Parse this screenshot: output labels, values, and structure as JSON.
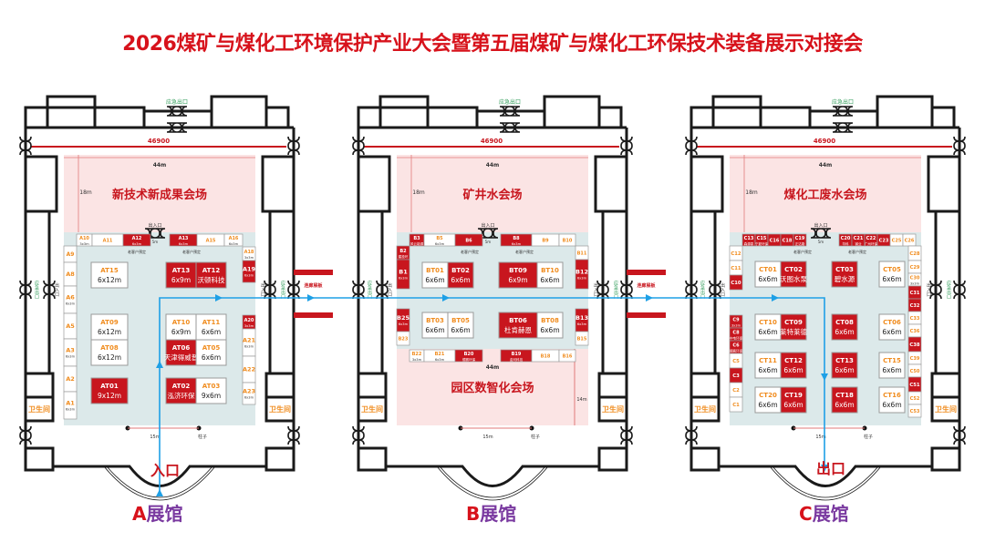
{
  "title": "2026煤矿与煤化工环境保护产业大会暨第五届煤矿与煤化工环保技术装备展示对接会",
  "colors": {
    "red": "#c8161e",
    "booth_red": "#c8161e",
    "pink": "#fbe4e4",
    "hall_floor": "#dce9ea",
    "wall": "#1a1a1a",
    "green": "#2e9b58",
    "orange": "#f08c1e",
    "blue": "#1ea0e6",
    "purple": "#7a3aa0"
  },
  "common": {
    "emergency_exit": "应急出口",
    "width_dim": "46900",
    "dim_44m": "44m",
    "dim_18m": "18m",
    "entrance": "出入口",
    "entrance_5m": "5m",
    "restroom": "卫生间",
    "pillar": "柱子",
    "dim_15m": "15m",
    "reserved": "老客户预定",
    "corridor": "连廊展板",
    "side_exit": "应急出口"
  },
  "halls": [
    {
      "id": "A",
      "label_letter": "A",
      "label_name": "展馆",
      "venue": "新技术新成果会场",
      "bottom_text": "入口",
      "booths_top": [
        {
          "id": "A10",
          "size": "3x3m",
          "red": false
        },
        {
          "id": "A11",
          "size": "",
          "red": false
        },
        {
          "id": "A12",
          "size": "6x3m",
          "red": true
        },
        {
          "id": "A13",
          "size": "6x3m",
          "red": true
        },
        {
          "id": "A15",
          "size": "",
          "red": false
        },
        {
          "id": "A16",
          "size": "6x3m",
          "red": false
        }
      ],
      "booths_left": [
        {
          "id": "A9",
          "size": "",
          "red": false
        },
        {
          "id": "A8",
          "size": "",
          "red": false
        },
        {
          "id": "A6",
          "size": "6x3m",
          "red": false
        },
        {
          "id": "A5",
          "size": "",
          "red": false
        },
        {
          "id": "A3",
          "size": "6x3m",
          "red": false
        },
        {
          "id": "A2",
          "size": "",
          "red": false
        },
        {
          "id": "A1",
          "size": "6x3m",
          "red": false
        }
      ],
      "booths_right": [
        {
          "id": "A18",
          "size": "3x3m",
          "red": false
        },
        {
          "id": "A19",
          "size": "6x3m",
          "red": true
        },
        {
          "id": "A20",
          "size": "3x3m",
          "red": true
        },
        {
          "id": "A21",
          "size": "6x3m",
          "red": false
        },
        {
          "id": "A22",
          "size": "",
          "red": false
        },
        {
          "id": "A23",
          "size": "6x3m",
          "red": false
        }
      ],
      "islands": [
        {
          "id": "AT15",
          "size": "6x12m",
          "red": false
        },
        {
          "id": "AT13",
          "size": "6x9m",
          "red": true
        },
        {
          "id": "AT12",
          "size": "沃顿科技",
          "red": true
        },
        {
          "id": "AT09",
          "size": "6x12m",
          "red": false
        },
        {
          "id": "AT10",
          "size": "6x9m",
          "red": false
        },
        {
          "id": "AT11",
          "size": "6x6m",
          "red": false
        },
        {
          "id": "AT08",
          "size": "6x12m",
          "red": false
        },
        {
          "id": "AT06",
          "size": "天津得威普",
          "red": true
        },
        {
          "id": "AT05",
          "size": "6x6m",
          "red": false
        },
        {
          "id": "AT01",
          "size": "9x12m",
          "red": true
        },
        {
          "id": "AT02",
          "size": "泓济环保",
          "red": true
        },
        {
          "id": "AT03",
          "size": "9x6m",
          "red": false
        }
      ],
      "dims": {
        "3m": "3m",
        "6m": "6m",
        "7m": "7m",
        "5m": "5m"
      }
    },
    {
      "id": "B",
      "label_letter": "B",
      "label_name": "展馆",
      "venue": "矿井水会场",
      "venue2": "园区数智化会场",
      "dim_14m": "14m",
      "booths_top": [
        {
          "id": "B3",
          "size": "风云能源",
          "red": true
        },
        {
          "id": "B5",
          "size": "6x3m",
          "red": false
        },
        {
          "id": "B6",
          "size": "",
          "red": true
        },
        {
          "id": "B8",
          "size": "6x3m",
          "red": true
        },
        {
          "id": "B9",
          "size": "",
          "red": false
        },
        {
          "id": "B10",
          "size": "",
          "red": false
        }
      ],
      "booths_left": [
        {
          "id": "B2",
          "size": "建投环",
          "red": true
        },
        {
          "id": "B1",
          "size": "6x3m",
          "red": true
        },
        {
          "id": "B25",
          "size": "6x3m",
          "red": true
        },
        {
          "id": "B23",
          "size": "",
          "red": false
        }
      ],
      "booths_right": [
        {
          "id": "B11",
          "size": "",
          "red": false
        },
        {
          "id": "B12",
          "size": "6x3m",
          "red": true
        },
        {
          "id": "B13",
          "size": "6x3m",
          "red": true
        },
        {
          "id": "B15",
          "size": "",
          "red": false
        }
      ],
      "booths_bottom": [
        {
          "id": "B22",
          "size": "3x3m",
          "red": false
        },
        {
          "id": "B21",
          "size": "6x3m",
          "red": false
        },
        {
          "id": "B20",
          "size": "德赛环保",
          "red": true
        },
        {
          "id": "B19",
          "size": "金河科技",
          "red": true
        },
        {
          "id": "B18",
          "size": "",
          "red": false
        },
        {
          "id": "B16",
          "size": "",
          "red": false
        }
      ],
      "islands": [
        {
          "id": "BT01",
          "size": "6x6m",
          "red": false
        },
        {
          "id": "BT02",
          "size": "6x6m",
          "red": true
        },
        {
          "id": "BT09",
          "size": "6x9m",
          "red": true
        },
        {
          "id": "BT10",
          "size": "6x6m",
          "red": false
        },
        {
          "id": "BT03",
          "size": "6x6m",
          "red": false
        },
        {
          "id": "BT05",
          "size": "6x6m",
          "red": false
        },
        {
          "id": "BT06",
          "size": "杜肯赫恩",
          "red": true
        },
        {
          "id": "BT08",
          "size": "6x6m",
          "red": false
        }
      ]
    },
    {
      "id": "C",
      "label_letter": "C",
      "label_name": "展馆",
      "venue": "煤化工废水会场",
      "bottom_text": "出口",
      "booths_top": [
        {
          "id": "C13",
          "size": "森源泵",
          "red": true
        },
        {
          "id": "C15",
          "size": "宁夏环保",
          "red": true
        },
        {
          "id": "C16",
          "size": "",
          "red": true
        },
        {
          "id": "C18",
          "size": "",
          "red": true
        },
        {
          "id": "C19",
          "size": "正达路",
          "red": true
        },
        {
          "id": "C20",
          "size": "华科",
          "red": true
        },
        {
          "id": "C21",
          "size": "钢业",
          "red": true
        },
        {
          "id": "C22",
          "size": "广州环保",
          "red": true
        },
        {
          "id": "C23",
          "size": "",
          "red": true
        },
        {
          "id": "C25",
          "size": "",
          "red": false
        },
        {
          "id": "C26",
          "size": "",
          "red": false
        }
      ],
      "booths_left": [
        {
          "id": "C12",
          "size": "",
          "red": false
        },
        {
          "id": "C11",
          "size": "",
          "red": false
        },
        {
          "id": "C10",
          "size": "",
          "red": true
        },
        {
          "id": "C9",
          "size": "3x3m",
          "red": true
        },
        {
          "id": "C8",
          "size": "中电环保",
          "red": true
        },
        {
          "id": "C6",
          "size": "德赛环保",
          "red": true
        },
        {
          "id": "C5",
          "size": "",
          "red": false
        },
        {
          "id": "C3",
          "size": "",
          "red": true
        },
        {
          "id": "C2",
          "size": "",
          "red": false
        },
        {
          "id": "C1",
          "size": "",
          "red": false
        }
      ],
      "booths_right": [
        {
          "id": "C28",
          "size": "",
          "red": false
        },
        {
          "id": "C29",
          "size": "",
          "red": false
        },
        {
          "id": "C30",
          "size": "3x3m",
          "red": false
        },
        {
          "id": "C31",
          "size": "",
          "red": true
        },
        {
          "id": "C32",
          "size": "",
          "red": true
        },
        {
          "id": "C33",
          "size": "",
          "red": false
        },
        {
          "id": "C36",
          "size": "",
          "red": false
        },
        {
          "id": "C38",
          "size": "",
          "red": true
        },
        {
          "id": "C39",
          "size": "",
          "red": false
        },
        {
          "id": "C50",
          "size": "",
          "red": false
        },
        {
          "id": "C51",
          "size": "",
          "red": true
        },
        {
          "id": "C52",
          "size": "",
          "red": false
        },
        {
          "id": "C53",
          "size": "",
          "red": false
        }
      ],
      "islands": [
        {
          "id": "CT01",
          "size": "6x6m",
          "red": false
        },
        {
          "id": "CT02",
          "size": "沃图水泵",
          "red": true
        },
        {
          "id": "CT03",
          "size": "碧水源",
          "red": true
        },
        {
          "id": "CT05",
          "size": "6x6m",
          "red": false
        },
        {
          "id": "CT10",
          "size": "6x6m",
          "red": false
        },
        {
          "id": "CT09",
          "size": "莱特莱德",
          "red": true
        },
        {
          "id": "CT08",
          "size": "6x6m",
          "red": true
        },
        {
          "id": "CT06",
          "size": "6x6m",
          "red": false
        },
        {
          "id": "CT11",
          "size": "6x6m",
          "red": false
        },
        {
          "id": "CT12",
          "size": "6x6m",
          "red": true
        },
        {
          "id": "CT13",
          "size": "6x6m",
          "red": true
        },
        {
          "id": "CT15",
          "size": "6x6m",
          "red": false
        },
        {
          "id": "CT20",
          "size": "6x6m",
          "red": false
        },
        {
          "id": "CT19",
          "size": "6x6m",
          "red": true
        },
        {
          "id": "CT18",
          "size": "6x6m",
          "red": true
        },
        {
          "id": "CT16",
          "size": "6x6m",
          "red": false
        }
      ]
    }
  ]
}
